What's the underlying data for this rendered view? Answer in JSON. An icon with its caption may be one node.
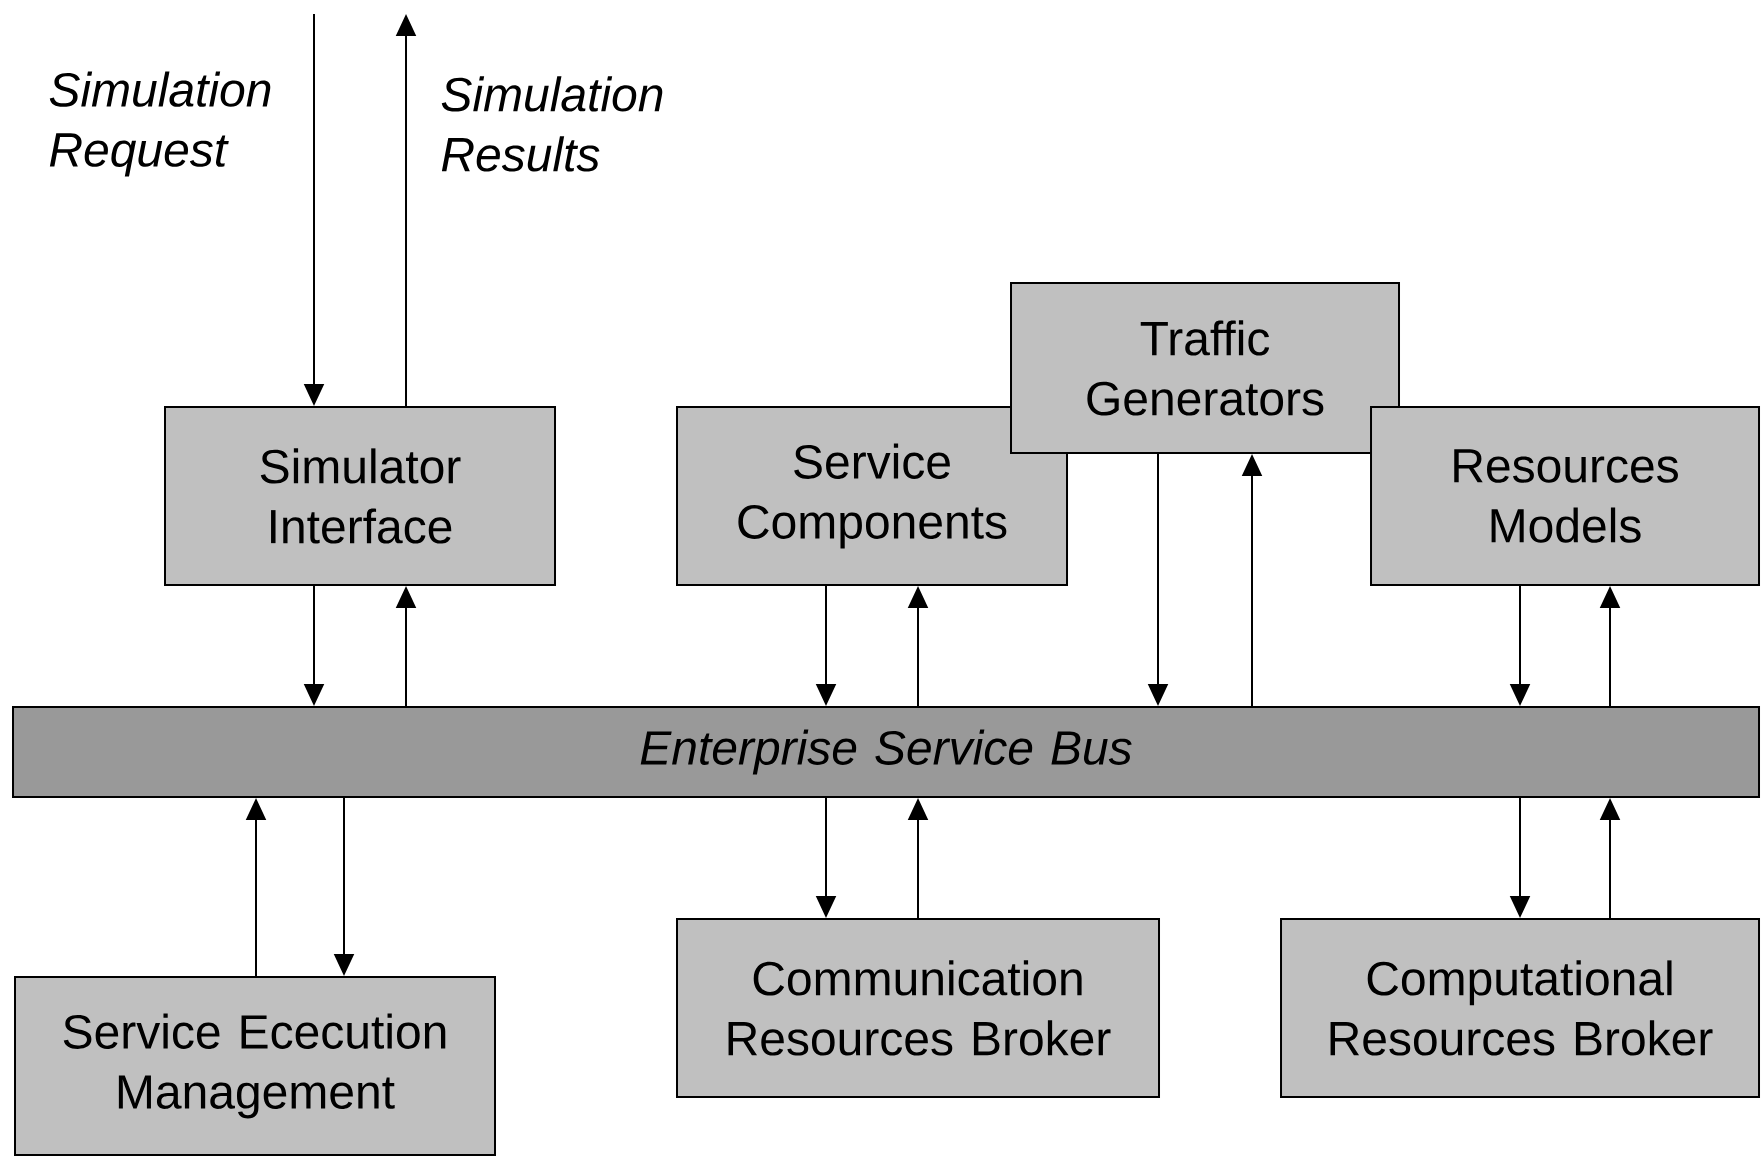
{
  "diagram": {
    "nodes": [
      {
        "text": [
          "Simulator Interface"
        ]
      },
      {
        "text": [
          "Service Components"
        ]
      },
      {
        "text": [
          "Traffic Generators"
        ]
      },
      {
        "text": [
          "Resources Models"
        ]
      },
      {
        "text": [
          "*Enterprise Service Bus*"
        ]
      },
      {
        "text": [
          "Service Ececution Management"
        ]
      },
      {
        "text": [
          "Communication Resources Broker"
        ]
      },
      {
        "text": [
          "Computational Resources Broker"
        ]
      }
    ],
    "edges": [
      {
        "from": null,
        "to": 0,
        "arrow": "to",
        "label": "*Simulation Request*"
      },
      {
        "from": 0,
        "to": null,
        "arrow": "to",
        "label": "*Simulation Results*"
      },
      {
        "from": 0,
        "to": 4,
        "arrow": "to"
      },
      {
        "from": 4,
        "to": 0,
        "arrow": "to"
      },
      {
        "from": 1,
        "to": 4,
        "arrow": "to"
      },
      {
        "from": 4,
        "to": 1,
        "arrow": "to"
      },
      {
        "from": 2,
        "to": 4,
        "arrow": "to"
      },
      {
        "from": 4,
        "to": 2,
        "arrow": "to"
      },
      {
        "from": 3,
        "to": 4,
        "arrow": "to"
      },
      {
        "from": 4,
        "to": 3,
        "arrow": "to"
      },
      {
        "from": 5,
        "to": 4,
        "arrow": "to"
      },
      {
        "from": 4,
        "to": 5,
        "arrow": "to"
      },
      {
        "from": 4,
        "to": 6,
        "arrow": "to"
      },
      {
        "from": 6,
        "to": 4,
        "arrow": "to"
      },
      {
        "from": 4,
        "to": 7,
        "arrow": "to"
      },
      {
        "from": 7,
        "to": 4,
        "arrow": "to"
      }
    ]
  }
}
